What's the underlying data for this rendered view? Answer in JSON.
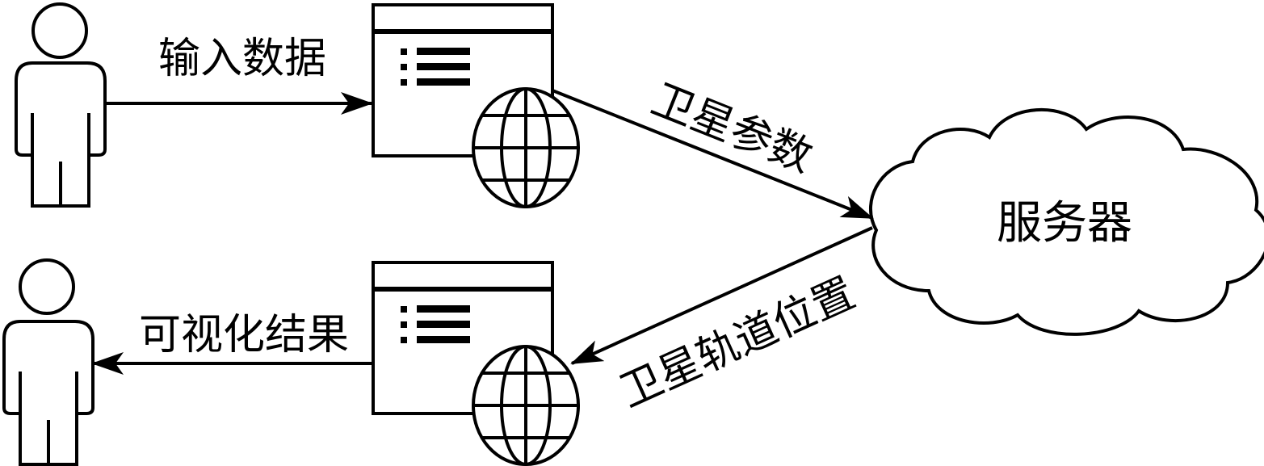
{
  "labels": {
    "input_data": "输入数据",
    "satellite_params": "卫星参数",
    "server": "服务器",
    "orbit_position": "卫星轨道位置",
    "visual_result": "可视化结果"
  },
  "colors": {
    "stroke": "#000000",
    "background": "#ffffff"
  },
  "icons": [
    "person-icon",
    "browser-window-icon",
    "globe-icon",
    "cloud-icon"
  ]
}
